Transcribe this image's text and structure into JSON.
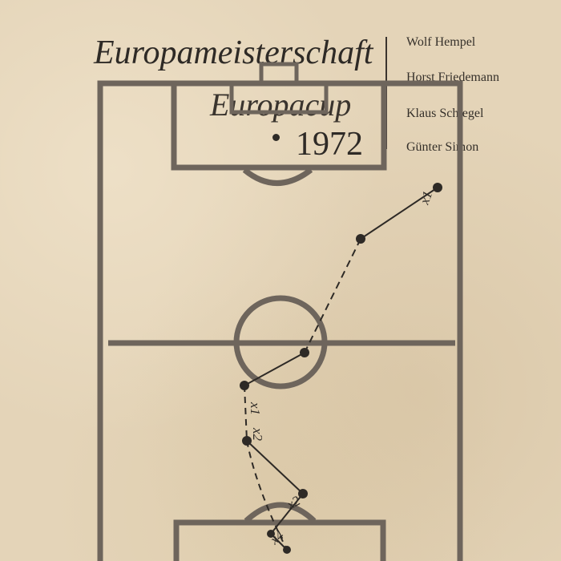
{
  "title": {
    "line1": "Europameisterschaft",
    "line2": "Europacup",
    "line3": "1972"
  },
  "names": [
    "Wolf Hempel",
    "Horst Friedemann",
    "Klaus Schlegel",
    "Günter Simon"
  ],
  "annotations": {
    "x1_top": "x1",
    "x1_mid": "x1",
    "x2_mid": "x2",
    "x2_low": "x2",
    "x4_low": "x4"
  },
  "colors": {
    "paper": "#e4d4b8",
    "line": "#6e655c",
    "ink": "#2e2a26"
  }
}
